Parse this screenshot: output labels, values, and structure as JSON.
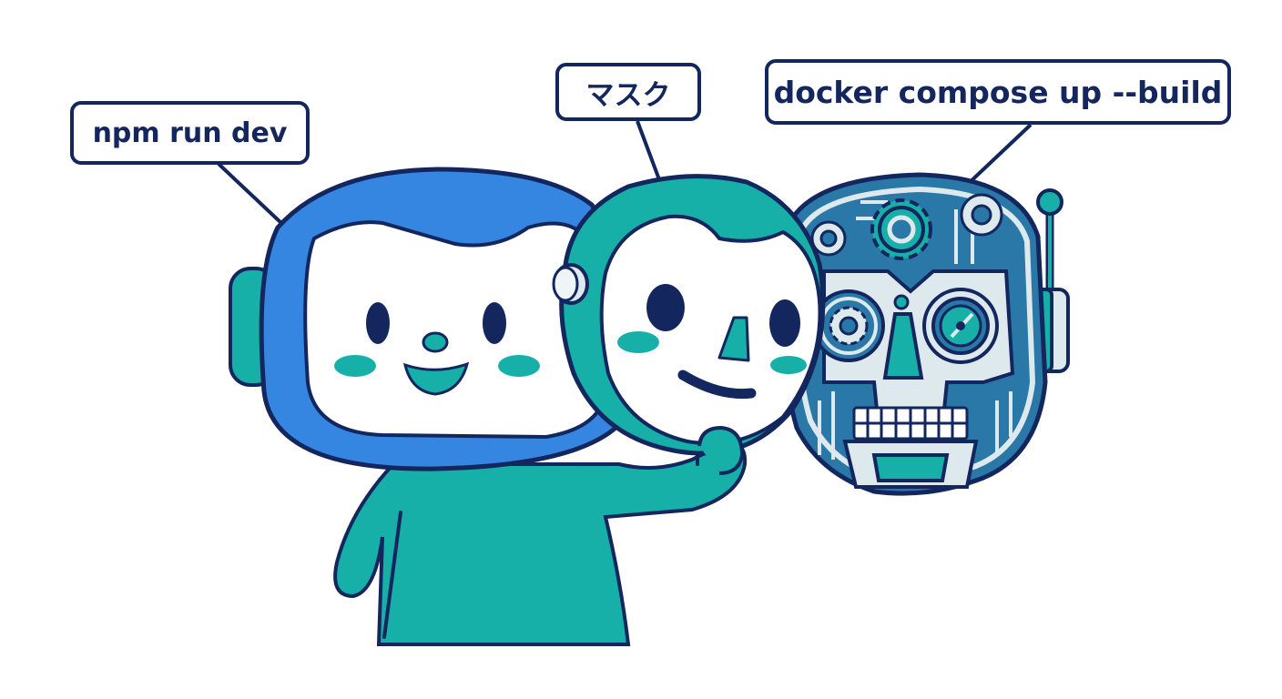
{
  "labels": {
    "npm": "npm run dev",
    "mask": "マスク",
    "docker": "docker compose up --build"
  },
  "characters": {
    "friendly_robot": "blue-helmet-robot",
    "mask": "teal-face-mask",
    "hidden_robot": "mechanical-skull-robot"
  },
  "colors": {
    "outline": "#13265e",
    "helmet_blue": "#3486e0",
    "teal": "#17b0a8",
    "light_gray": "#dde9ec",
    "circuit_blue": "#2a78a8",
    "background": "#ffffff"
  }
}
